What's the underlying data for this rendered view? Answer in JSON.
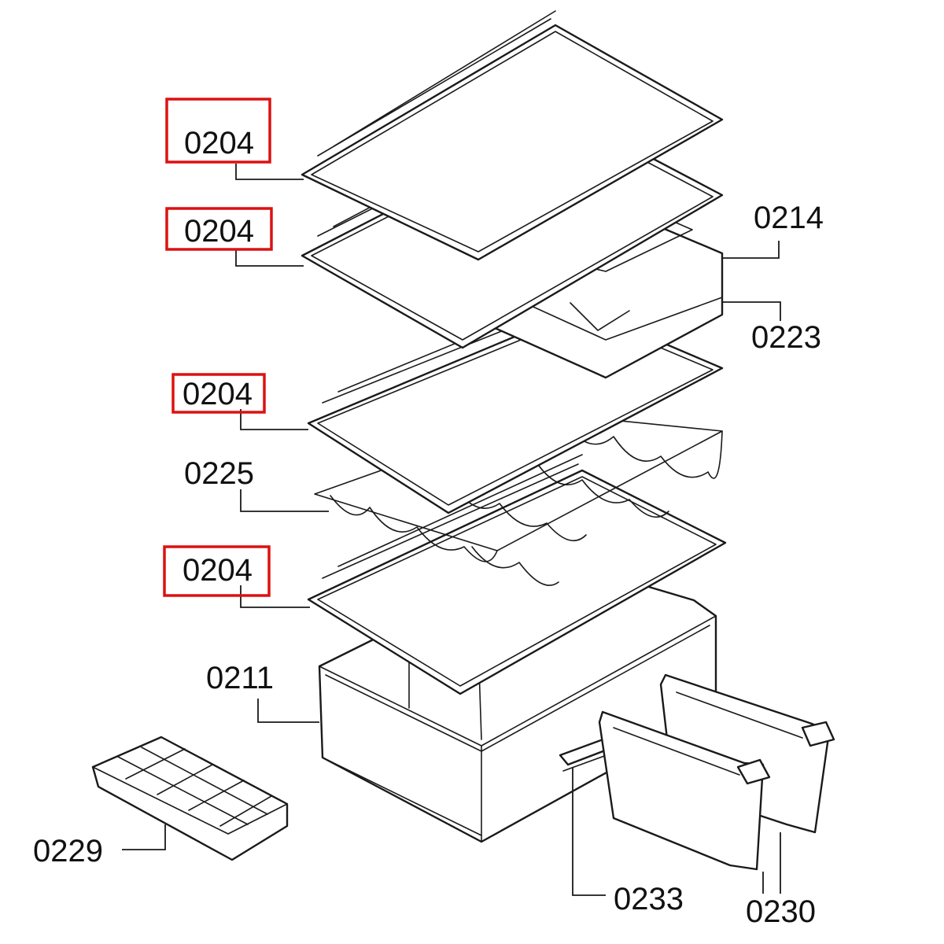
{
  "highlight_color": "#dd1111",
  "labels": {
    "shelf_top": "0204",
    "shelf_second": "0204",
    "shelf_third": "0204",
    "shelf_bottom": "0204",
    "chiller_tray": "0214",
    "chiller_front": "0223",
    "bottle_rack": "0225",
    "drawer": "0211",
    "ice_tray": "0229",
    "drawer_runner": "0233",
    "door_bins": "0230"
  }
}
